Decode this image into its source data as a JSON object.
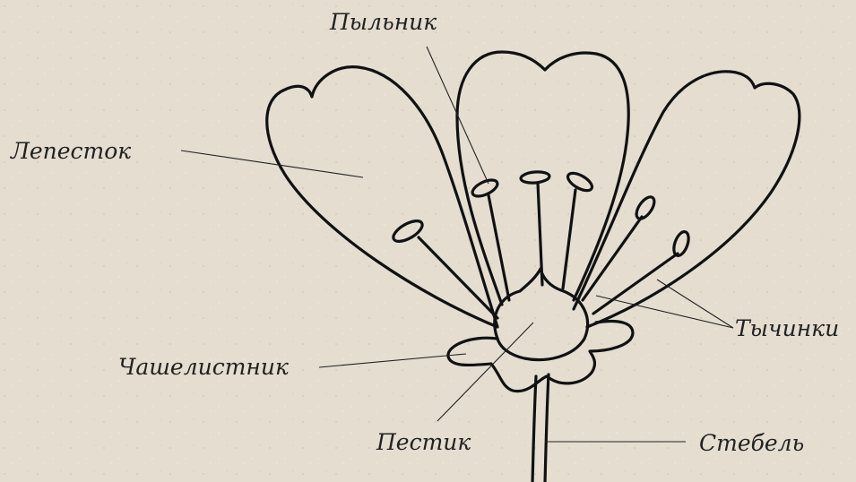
{
  "labels": {
    "anther": "Пыльник",
    "petal": "Лепесток",
    "stamens": "Тычинки",
    "sepal": "Чашелистник",
    "pistil": "Пестик",
    "stem": "Стебель"
  },
  "colors": {
    "paper": "#e4ddd0",
    "ink": "#111111"
  }
}
